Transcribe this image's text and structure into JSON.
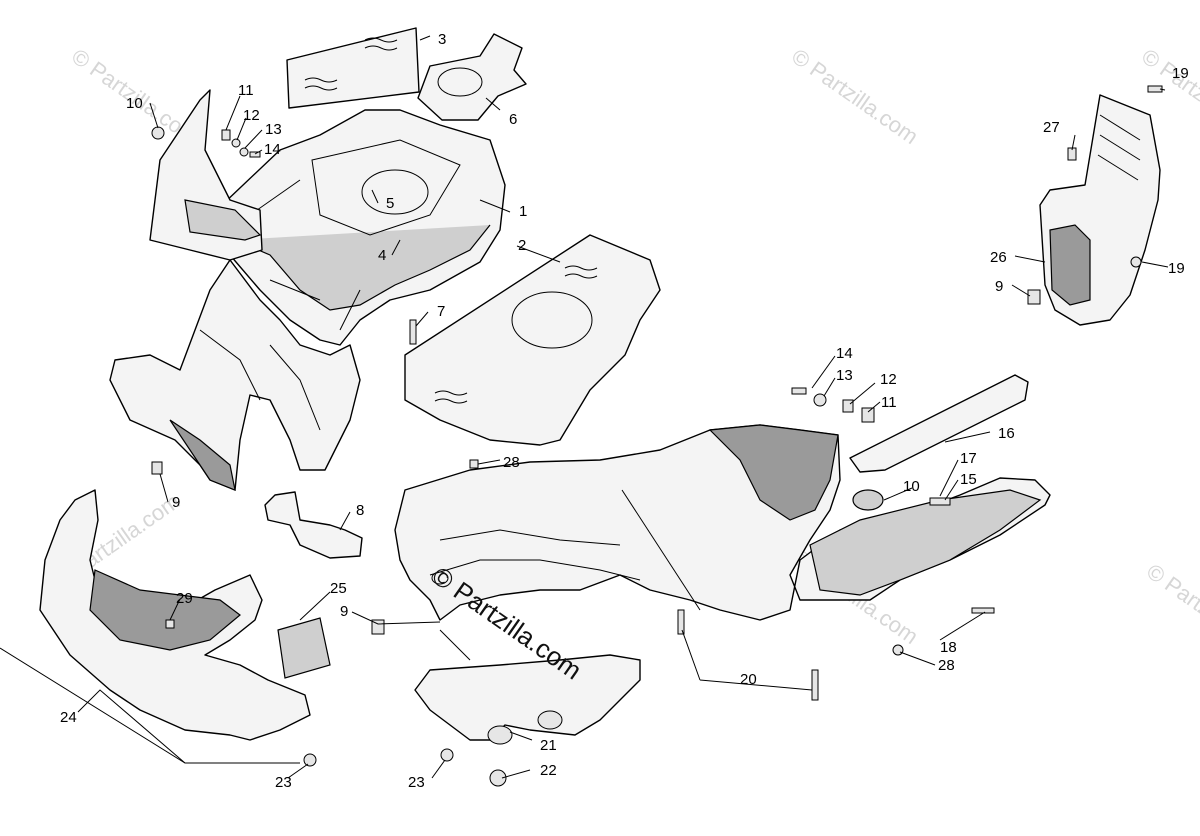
{
  "watermark": {
    "text": "© Partzilla.com"
  },
  "callouts": [
    {
      "id": "c1",
      "label": "1"
    },
    {
      "id": "c2",
      "label": "2"
    },
    {
      "id": "c3",
      "label": "3"
    },
    {
      "id": "c4",
      "label": "4"
    },
    {
      "id": "c5",
      "label": "5"
    },
    {
      "id": "c6",
      "label": "6"
    },
    {
      "id": "c7",
      "label": "7"
    },
    {
      "id": "c8",
      "label": "8"
    },
    {
      "id": "c9a",
      "label": "9"
    },
    {
      "id": "c9b",
      "label": "9"
    },
    {
      "id": "c9c",
      "label": "9"
    },
    {
      "id": "c10a",
      "label": "10"
    },
    {
      "id": "c10b",
      "label": "10"
    },
    {
      "id": "c11a",
      "label": "11"
    },
    {
      "id": "c11b",
      "label": "11"
    },
    {
      "id": "c12a",
      "label": "12"
    },
    {
      "id": "c12b",
      "label": "12"
    },
    {
      "id": "c13a",
      "label": "13"
    },
    {
      "id": "c13b",
      "label": "13"
    },
    {
      "id": "c14a",
      "label": "14"
    },
    {
      "id": "c14b",
      "label": "14"
    },
    {
      "id": "c15",
      "label": "15"
    },
    {
      "id": "c16",
      "label": "16"
    },
    {
      "id": "c17",
      "label": "17"
    },
    {
      "id": "c18",
      "label": "18"
    },
    {
      "id": "c19a",
      "label": "19"
    },
    {
      "id": "c19b",
      "label": "19"
    },
    {
      "id": "c20",
      "label": "20"
    },
    {
      "id": "c21",
      "label": "21"
    },
    {
      "id": "c22",
      "label": "22"
    },
    {
      "id": "c23a",
      "label": "23"
    },
    {
      "id": "c23b",
      "label": "23"
    },
    {
      "id": "c24",
      "label": "24"
    },
    {
      "id": "c25",
      "label": "25"
    },
    {
      "id": "c26",
      "label": "26"
    },
    {
      "id": "c27",
      "label": "27"
    },
    {
      "id": "c28a",
      "label": "28"
    },
    {
      "id": "c28b",
      "label": "28"
    },
    {
      "id": "c29",
      "label": "29"
    }
  ]
}
